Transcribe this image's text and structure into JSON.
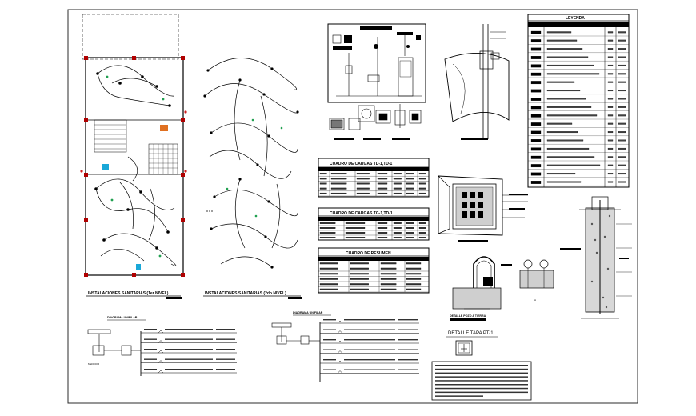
{
  "drawing": {
    "plan1_title": "INSTALACIONES SANITARIAS (1er NIVEL)",
    "plan2_title": "INSTALACIONES SANITARIAS (2do NIVEL)",
    "diagram_title_left": "DIAGRAMA UNIFILAR",
    "diagram_title_mid": "DIAGRAMA UNIFILAR",
    "table1_title": "CUADRO DE CARGAS TD-1,TD-1",
    "table2_title": "CUADRO DE CARGAS TG-1,TD-1",
    "table3_title": "CUADRO DE RESUMEN",
    "legend_title": "LEYENDA",
    "detail_ground_title": "DETALLE POZO A TIERRA",
    "detail_cover_title": "DETALLE TAPA PT-1",
    "board_label": "MEDIDOR"
  },
  "colors": {
    "line": "#000000",
    "frame": "#2b2b2b",
    "plan_wall": "#b00000",
    "accent_red": "#d02020",
    "accent_cyan": "#1aa8d8",
    "accent_orange": "#e07020",
    "accent_green": "#20a050"
  }
}
